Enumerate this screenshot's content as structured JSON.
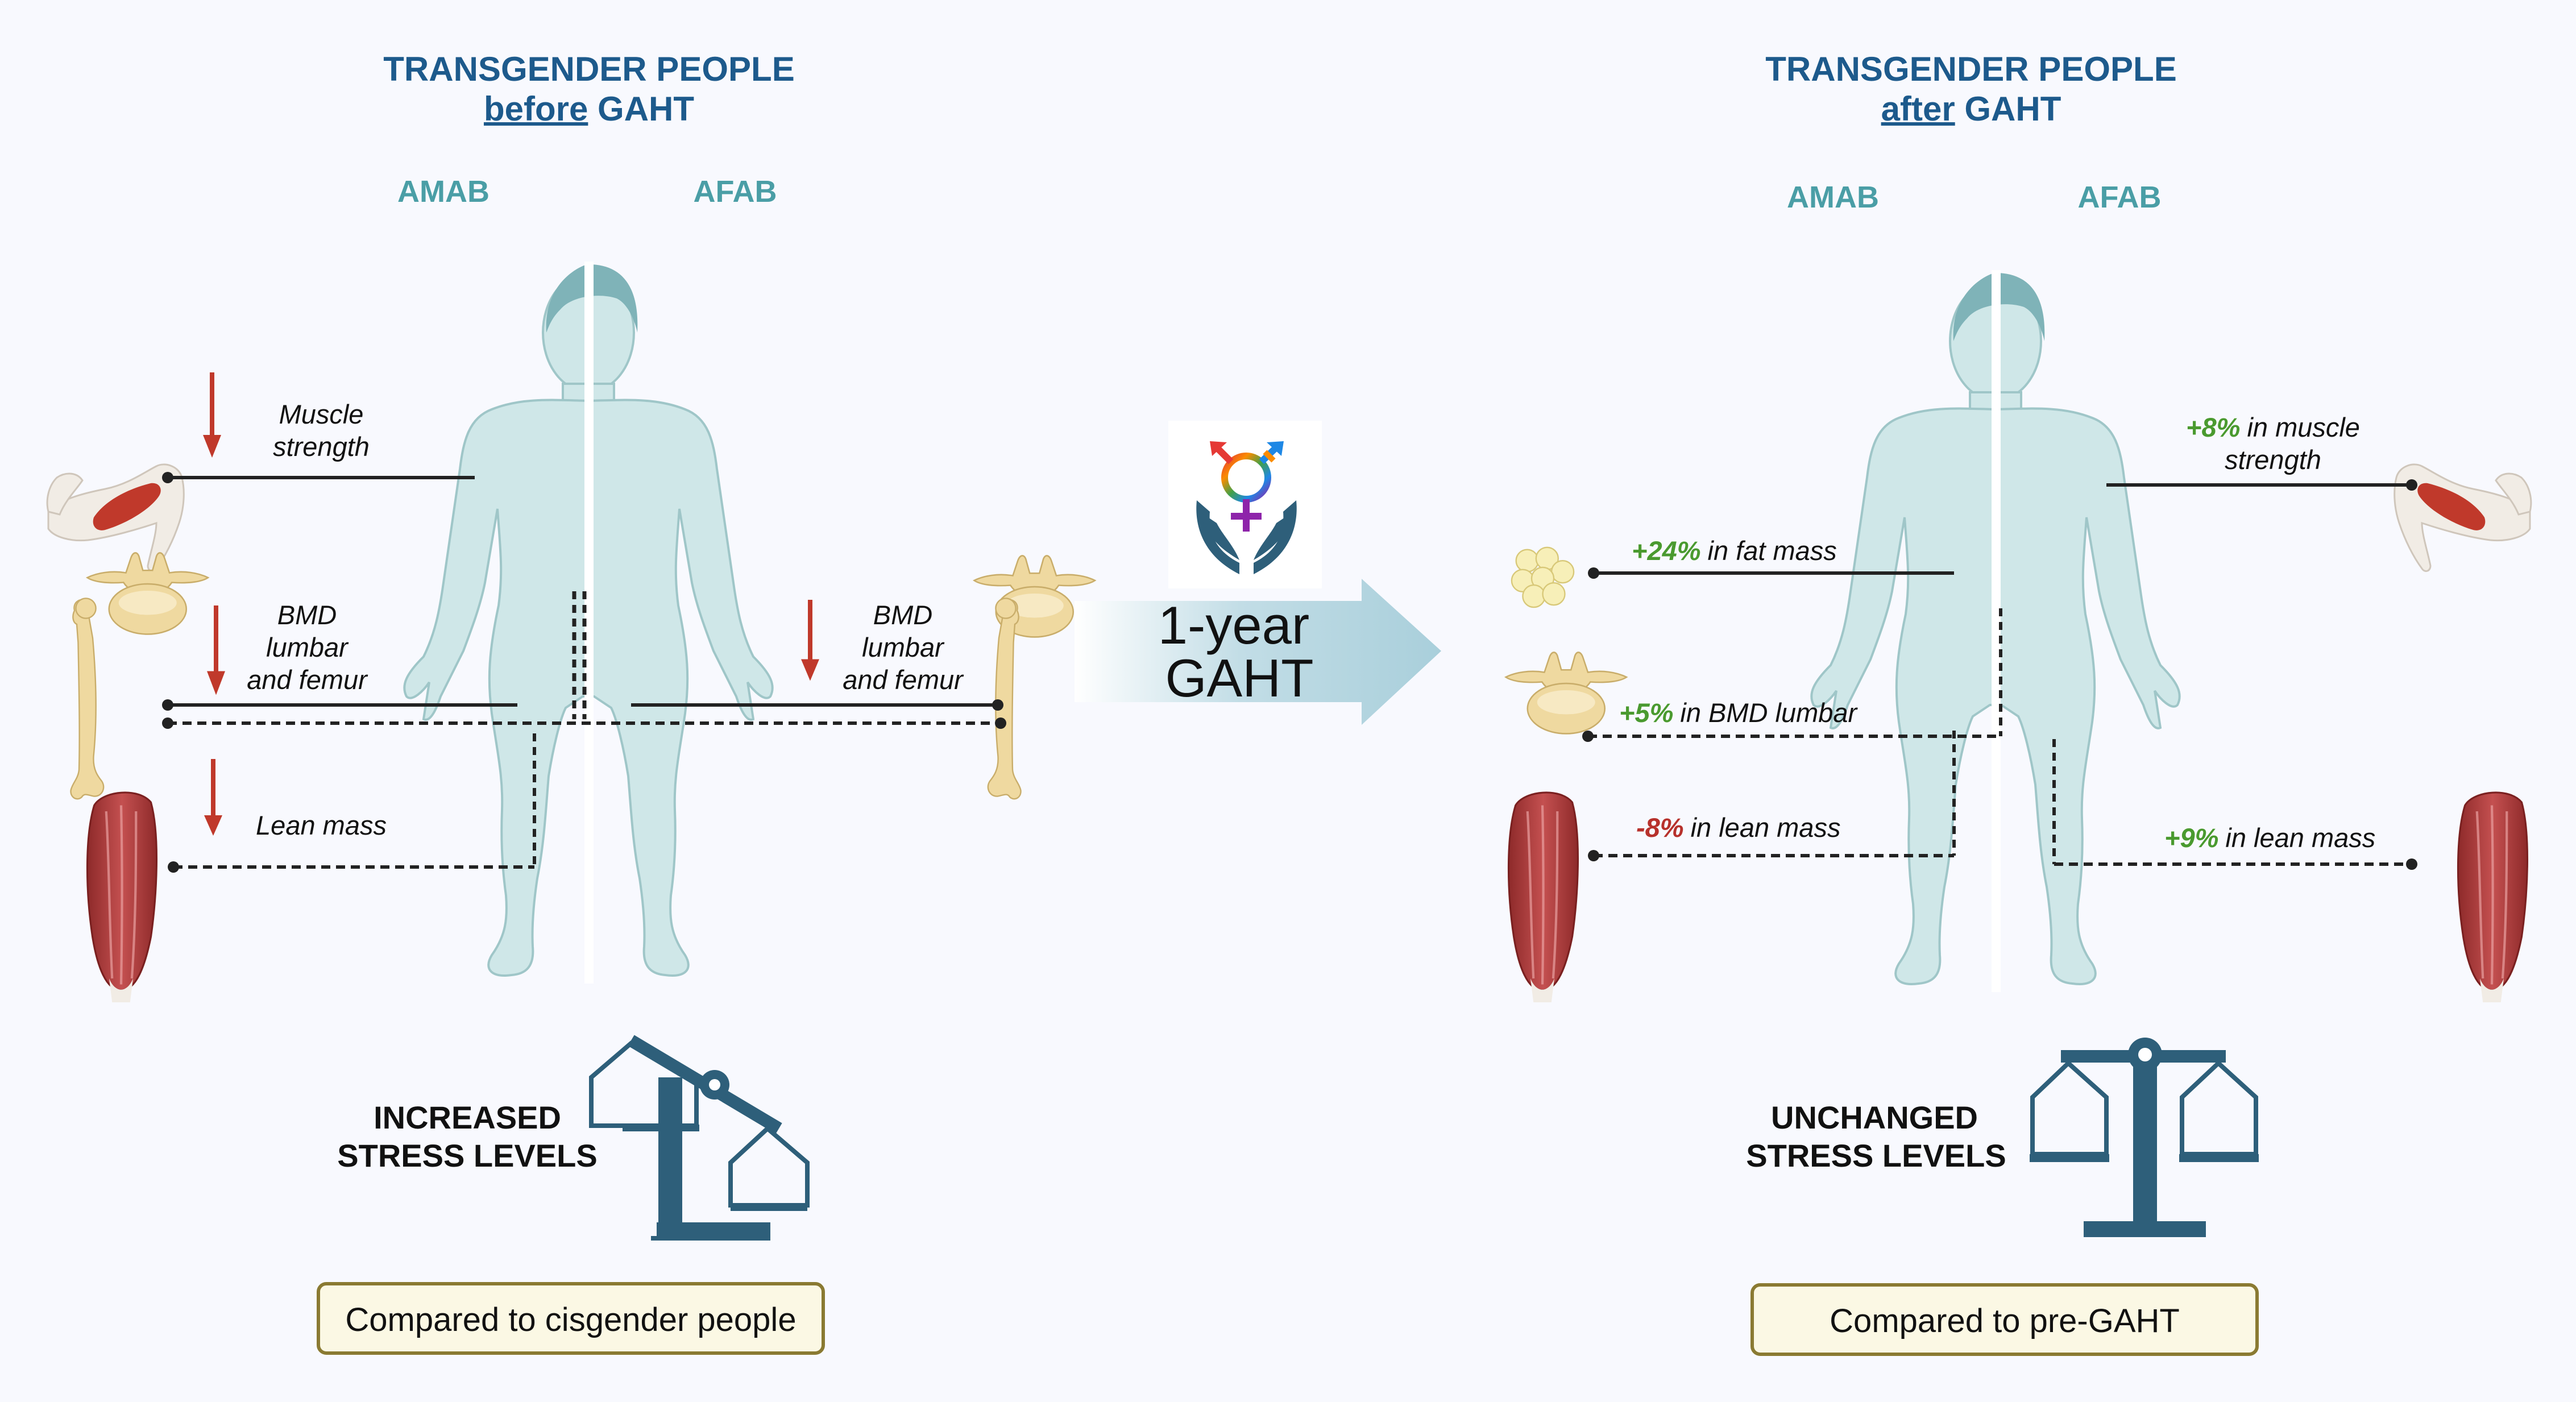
{
  "left_panel": {
    "title_line1": "TRANSGENDER PEOPLE",
    "title_line2_emph": "before",
    "title_line2_rest": "GAHT",
    "amab_label": "AMAB",
    "afab_label": "AFAB",
    "muscle_line1": "Muscle",
    "muscle_line2": "strength",
    "bmd_left_line1": "BMD",
    "bmd_left_line2": "lumbar",
    "bmd_left_line3": "and femur",
    "bmd_right_line1": "BMD",
    "bmd_right_line2": "lumbar",
    "bmd_right_line3": "and femur",
    "lean_mass": "Lean mass",
    "stress_line1": "INCREASED",
    "stress_line2": "STRESS LEVELS",
    "compare_box": "Compared to cisgender people"
  },
  "center": {
    "arrow_line1": "1-year",
    "arrow_line2": "GAHT"
  },
  "right_panel": {
    "title_line1": "TRANSGENDER PEOPLE",
    "title_line2_emph": "after",
    "title_line2_rest": "GAHT",
    "amab_label": "AMAB",
    "afab_label": "AFAB",
    "fat_value": "+24%",
    "fat_text": "in fat mass",
    "bmd_value": "+5%",
    "bmd_text": "in BMD lumbar",
    "lean_amab_value": "-8%",
    "lean_amab_text": "in lean mass",
    "muscle_value": "+8%",
    "muscle_text1": "in muscle",
    "muscle_text2": "strength",
    "lean_afab_value": "+9%",
    "lean_afab_text": "in lean mass",
    "stress_line1": "UNCHANGED",
    "stress_line2": "STRESS LEVELS",
    "compare_box": "Compared to pre-GAHT"
  },
  "colors": {
    "title": "#1d5a8c",
    "sex_label": "#4a9ea6",
    "body_fill": "#cfe7e8",
    "decrease_arrow": "#c0392b",
    "increase_value": "#4a9a2f",
    "decrease_value": "#b7312c",
    "scale": "#2e5f7a",
    "box_border": "#8a7a32",
    "box_fill": "#fbf8e4"
  },
  "icons": {
    "flexed_arm": "flexed-arm-icon",
    "vertebra": "vertebra-icon",
    "femur": "femur-icon",
    "thigh_muscle": "thigh-muscle-icon",
    "fat_cells": "fat-cells-icon",
    "transgender_hands": "transgender-symbol-hands-icon",
    "balance_scale": "balance-scale-icon",
    "down_arrow": "red-down-arrow-icon"
  }
}
